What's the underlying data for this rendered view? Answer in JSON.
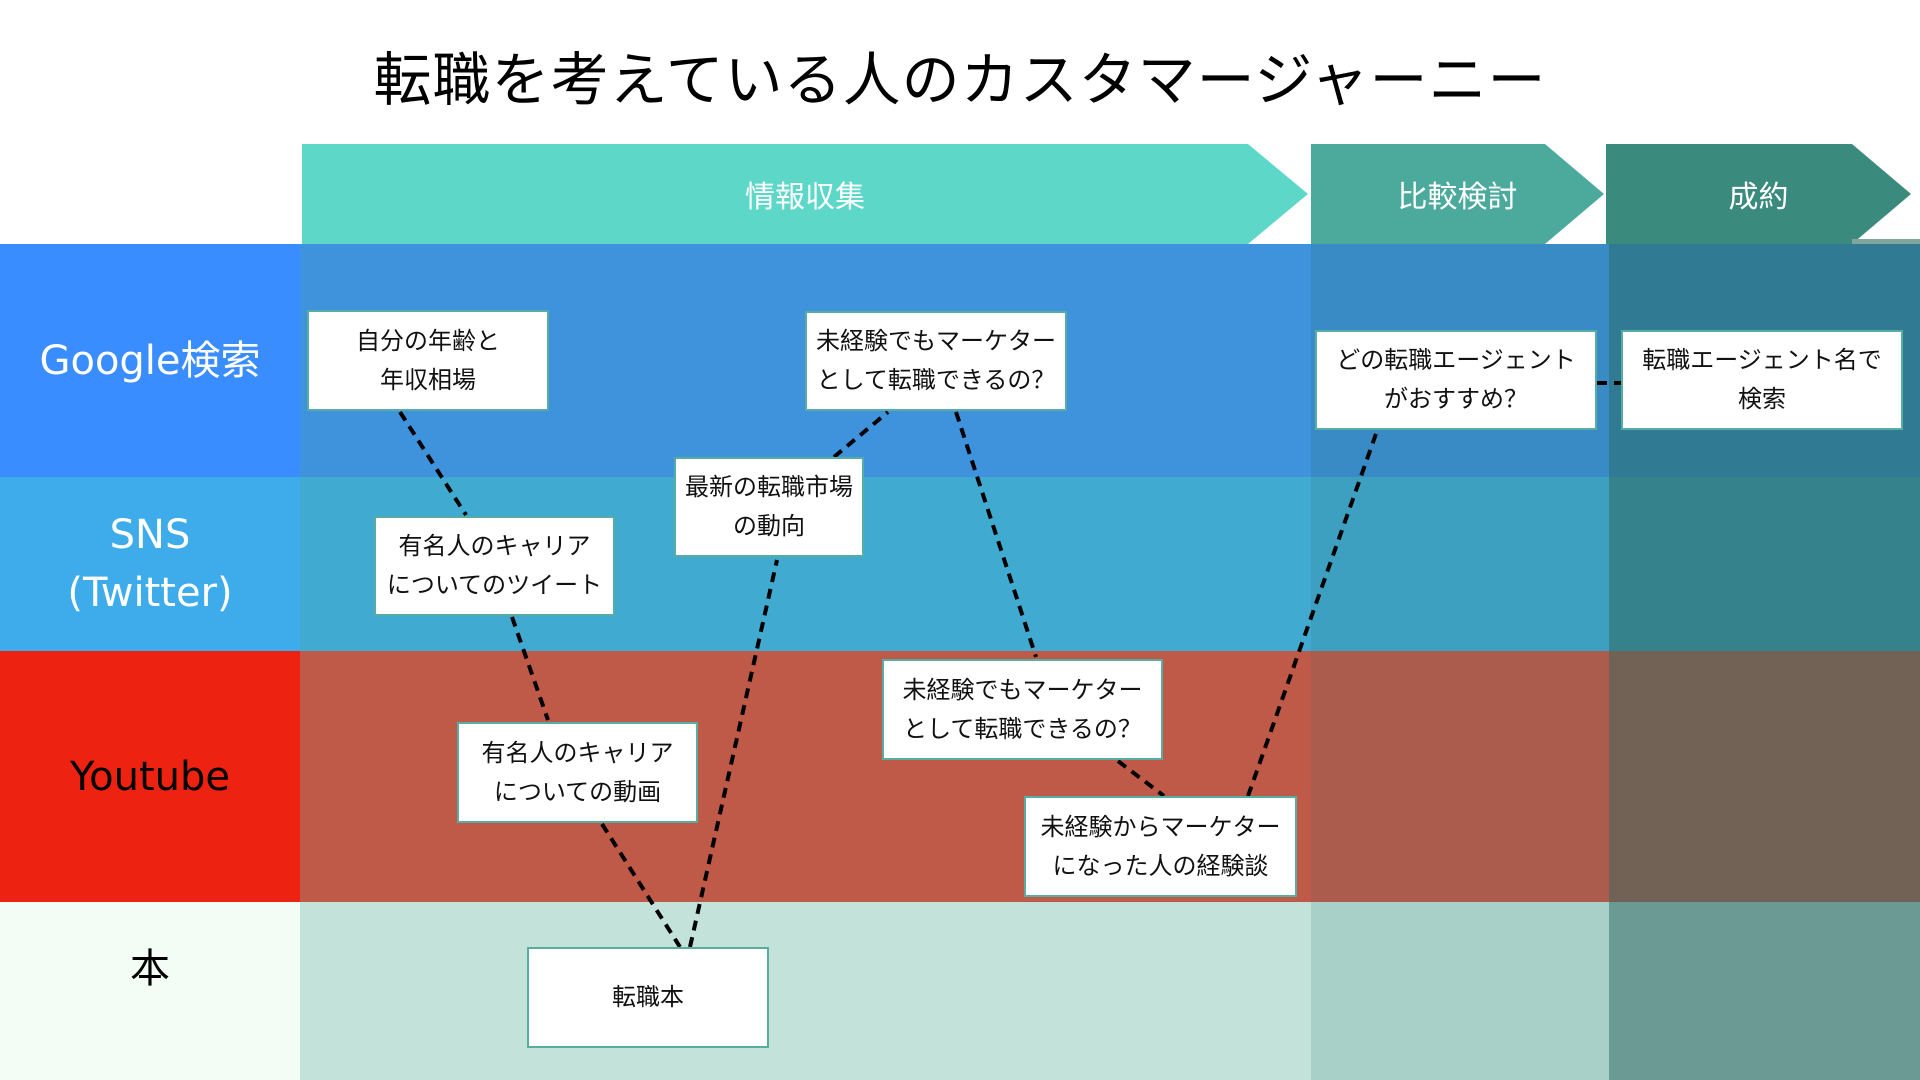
{
  "title": "転職を考えている人のカスタマージャーニー",
  "phases": [
    {
      "label": "情報収集",
      "color": "#5DD8C8"
    },
    {
      "label": "比較検討",
      "color": "#4BAA9C"
    },
    {
      "label": "成約",
      "color": "#3A8A7D"
    }
  ],
  "channels": [
    {
      "label": "Google検索",
      "label_color": "#FFFFFF",
      "bg": "#3A8DFF",
      "cells": [
        "#3F92DC",
        "#398BC6",
        "#317A94"
      ]
    },
    {
      "label": "SNS\n(Twitter)",
      "label_color": "#FFFFFF",
      "bg": "#3EABEA",
      "cells": [
        "#40AAD0",
        "#3DA0C0",
        "#35828C"
      ]
    },
    {
      "label": "Youtube",
      "label_color": "#000000",
      "bg": "#EE2211",
      "cells": [
        "#C05A48",
        "#AC5C4C",
        "#726255"
      ]
    },
    {
      "label": "本",
      "label_color": "#000000",
      "bg": "#F4FCF6",
      "cells": [
        "#C2E2DA",
        "#A9D0C8",
        "#6B9993"
      ]
    }
  ],
  "touchpoints": [
    {
      "id": "age-salary",
      "channel": "Google検索",
      "phase": "情報収集",
      "text": "自分の年齢と\n年収相場"
    },
    {
      "id": "celebrity-tweet",
      "channel": "SNS",
      "phase": "情報収集",
      "text": "有名人のキャリア\nについてのツイート"
    },
    {
      "id": "celebrity-video",
      "channel": "Youtube",
      "phase": "情報収集",
      "text": "有名人のキャリア\nについての動画"
    },
    {
      "id": "career-book",
      "channel": "本",
      "phase": "情報収集",
      "text": "転職本"
    },
    {
      "id": "market-trend",
      "channel": "SNS",
      "phase": "情報収集",
      "text": "最新の転職市場\nの動向"
    },
    {
      "id": "inexperienced-search",
      "channel": "Google検索",
      "phase": "情報収集",
      "text": "未経験でもマーケター\nとして転職できるの？"
    },
    {
      "id": "inexperienced-video",
      "channel": "Youtube",
      "phase": "情報収集",
      "text": "未経験でもマーケター\nとして転職できるの？"
    },
    {
      "id": "experience-story",
      "channel": "Youtube",
      "phase": "情報収集",
      "text": "未経験からマーケター\nになった人の経験談"
    },
    {
      "id": "which-agent",
      "channel": "Google検索",
      "phase": "比較検討",
      "text": "どの転職エージェント\nがおすすめ？"
    },
    {
      "id": "agent-name-search",
      "channel": "Google検索",
      "phase": "成約",
      "text": "転職エージェント名で\n検索"
    }
  ],
  "connections": [
    [
      "age-salary",
      "celebrity-tweet"
    ],
    [
      "celebrity-tweet",
      "celebrity-video"
    ],
    [
      "celebrity-video",
      "career-book"
    ],
    [
      "career-book",
      "market-trend"
    ],
    [
      "market-trend",
      "inexperienced-search"
    ],
    [
      "inexperienced-search",
      "inexperienced-video"
    ],
    [
      "inexperienced-video",
      "experience-story"
    ],
    [
      "experience-story",
      "which-agent"
    ],
    [
      "which-agent",
      "agent-name-search"
    ]
  ]
}
